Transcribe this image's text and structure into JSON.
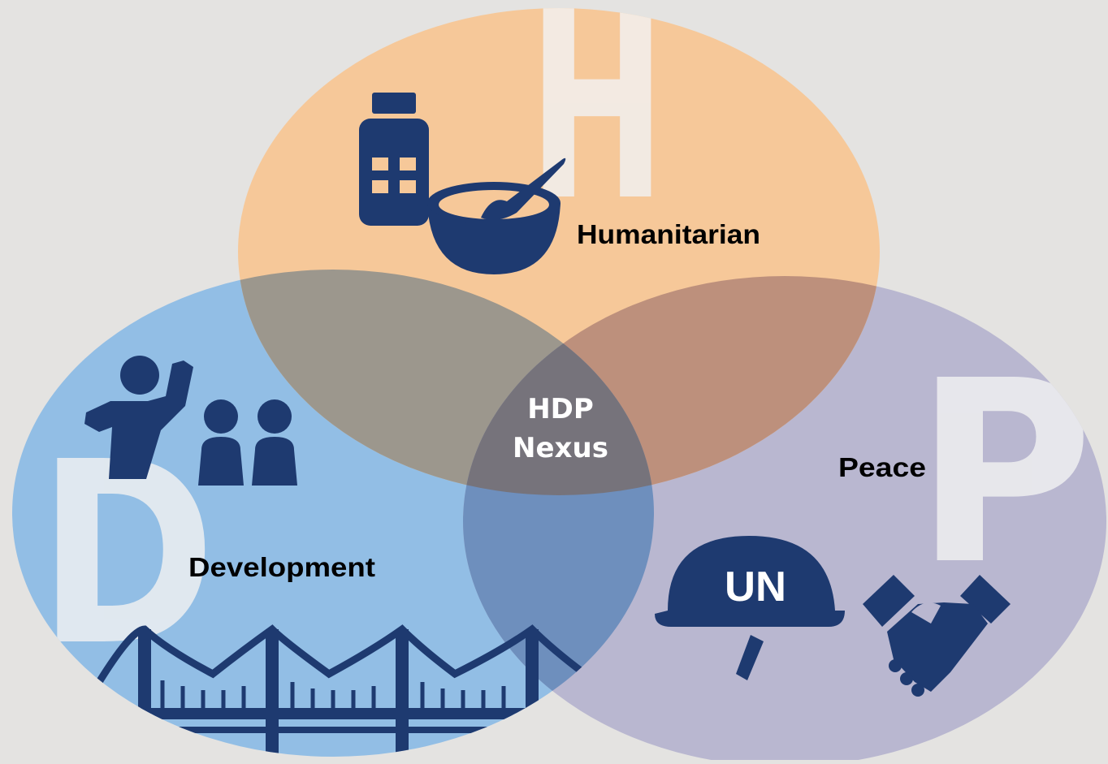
{
  "diagram": {
    "center": {
      "line1": "HDP",
      "line2": "Nexus"
    },
    "humanitarian": {
      "letter": "H",
      "label": "Humanitarian"
    },
    "development": {
      "letter": "D",
      "label": "Development"
    },
    "peace": {
      "letter": "P",
      "label": "Peace"
    },
    "helmet_text": "UN",
    "colors": {
      "background": "#e4e3e1",
      "humanitarian": "#f6c899",
      "development": "#92bee5",
      "peace": "#b9b7d0",
      "icons": "#1e3a70"
    },
    "icons": [
      "medicine-bottle-icon",
      "mortar-pestle-icon",
      "people-icon",
      "bridge-icon",
      "un-helmet-icon",
      "handshake-icon"
    ]
  }
}
